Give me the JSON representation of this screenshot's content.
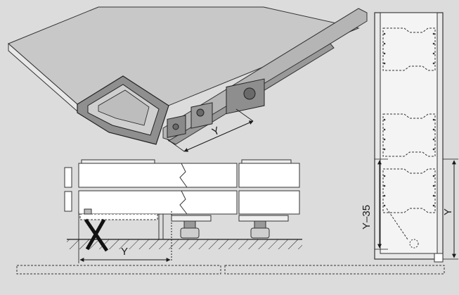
{
  "colors": {
    "background": "#dcdcdc",
    "ink": "#1a1a1a",
    "panel_light": "#ffffff",
    "panel_mid": "#bdbdbd",
    "rail": "#a8a8a8",
    "dark_part": "#5a5a5a"
  },
  "icons": {
    "forbidden": "cross-icon",
    "hinge": "hinge-icon",
    "mounting_plate": "mounting-plate-icon"
  },
  "labels": {
    "dim_top": "Y",
    "dim_bottom": "Y",
    "dim_right_offset": "Y–35",
    "dim_right_full": "Y"
  }
}
